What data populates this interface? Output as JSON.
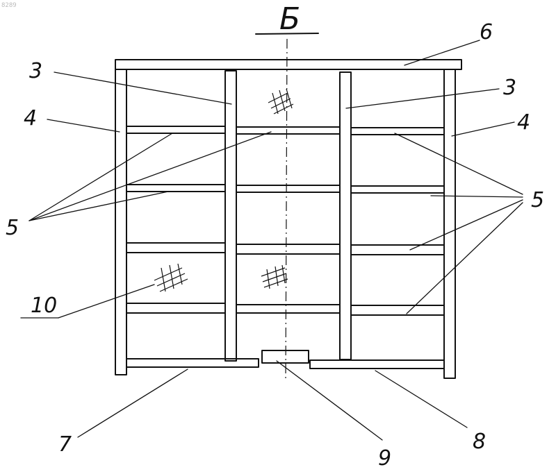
{
  "corner_id": "8289",
  "section_label": "Б",
  "callouts": {
    "frame_top": "6",
    "post_left": "3",
    "post_right": "3",
    "side_left": "4",
    "side_right": "4",
    "crossbars_left": "5",
    "crossbars_right": "5",
    "mesh": "10",
    "bottom_left": "7",
    "bottom_center": "9",
    "bottom_right": "8"
  }
}
